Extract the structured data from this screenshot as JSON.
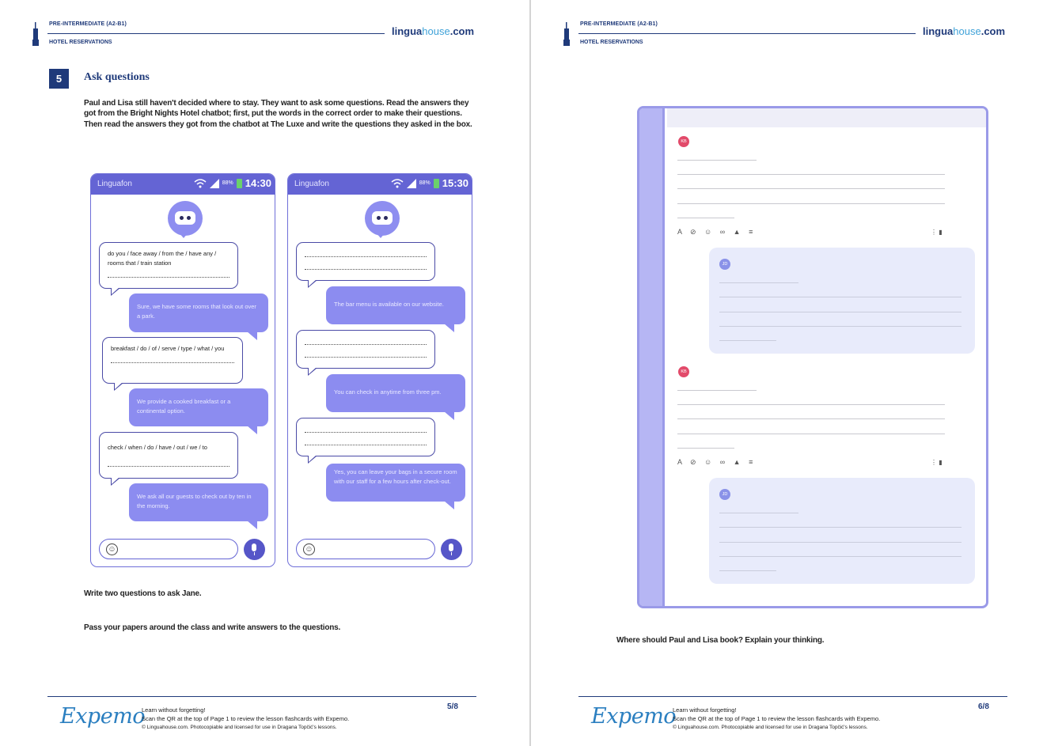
{
  "left_page": {
    "header": {
      "level": "PRE-INTERMEDIATE (A2-B1)",
      "topic": "HOTEL RESERVATIONS",
      "logo_part1": "lingua",
      "logo_part2": "house",
      "logo_part3": ".com"
    },
    "section": {
      "number": "5",
      "title": "Ask questions",
      "intro": "Paul and Lisa still haven't decided where to stay. They want to ask some questions. Read the answers they got from the Bright Nights Hotel chatbot; first, put the words in the correct order to make their questions. Then read the answers they got from the chatbot at The Luxe and write the questions they asked in the box."
    },
    "phones": [
      {
        "app_name": "Linguafon",
        "battery": "88%",
        "time": "14:30",
        "messages": [
          {
            "from": "user",
            "text": "do you / face away / from the / have any / rooms that / train station"
          },
          {
            "from": "bot",
            "text": "Sure, we have some rooms that look out over a park."
          },
          {
            "from": "user",
            "text": "breakfast / do / of / serve / type / what / you"
          },
          {
            "from": "bot",
            "text": "We provide a cooked breakfast or a continental option."
          },
          {
            "from": "user",
            "text": "check / when / do / have / out / we / to"
          },
          {
            "from": "bot",
            "text": "We ask all our guests to check out by ten in the morning."
          }
        ]
      },
      {
        "app_name": "Linguafon",
        "battery": "88%",
        "time": "15:30",
        "messages": [
          {
            "from": "user",
            "text": ""
          },
          {
            "from": "bot",
            "text": "The bar menu is available on our website."
          },
          {
            "from": "user",
            "text": ""
          },
          {
            "from": "bot",
            "text": "You can check in anytime from three pm."
          },
          {
            "from": "user",
            "text": ""
          },
          {
            "from": "bot",
            "text": "Yes, you can leave your bags in a secure room with our staff for a few hours after check-out."
          }
        ]
      }
    ],
    "task1": "Write two questions to ask Jane.",
    "task2": "Pass your papers around the class and write answers to the questions.",
    "footer": {
      "logo": "Expemo",
      "line1": "Learn without forgetting!",
      "line2": "Scan the QR at the top of Page 1 to review the lesson flashcards with Expemo.",
      "line3": "© Linguahouse.com. Photocopiable and licensed for use in Dragana Topčić's lessons.",
      "page": "5/8"
    }
  },
  "right_page": {
    "header": {
      "level": "PRE-INTERMEDIATE (A2-B1)",
      "topic": "HOTEL RESERVATIONS",
      "logo_part1": "lingua",
      "logo_part2": "house",
      "logo_part3": ".com"
    },
    "forum": {
      "posts": [
        {
          "avatar": "KB",
          "reply_avatar": "JD"
        },
        {
          "avatar": "KB",
          "reply_avatar": "JD"
        }
      ],
      "toolbar_icons": [
        "text-format-icon",
        "attach-icon",
        "emoji-icon",
        "link-icon",
        "image-icon",
        "list-icon"
      ]
    },
    "question": "Where should Paul and Lisa book? Explain your thinking.",
    "footer": {
      "logo": "Expemo",
      "line1": "Learn without forgetting!",
      "line2": "Scan the QR at the top of Page 1 to review the lesson flashcards with Expemo.",
      "line3": "© Linguahouse.com. Photocopiable and licensed for use in Dragana Topčić's lessons.",
      "page": "6/8"
    }
  },
  "colors": {
    "navy": "#1f3a7a",
    "phone_purple": "#6464d4",
    "bot_bubble": "#8c8cf0",
    "frame": "#9a9ae8"
  }
}
